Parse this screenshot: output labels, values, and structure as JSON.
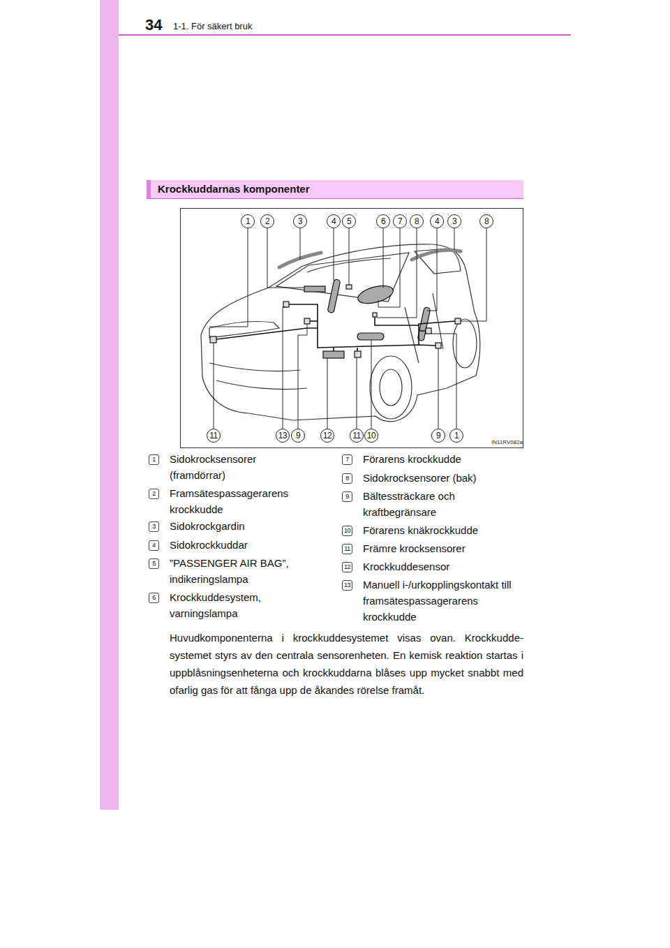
{
  "diagram": {
    "nodes": [
      {
        "text": [
          "Krockkuddarnas komponenter"
        ]
      }
    ],
    "labels": [
      "34",
      "1-1. För säkert bruk",
      "1",
      "2",
      "3",
      "4",
      "5",
      "6",
      "7",
      "8",
      "4",
      "3",
      "8",
      "11",
      "13",
      "9",
      "12",
      "11",
      "10",
      "9",
      "1",
      "IN11RV082a",
      "1",
      "Sidokrocksensorer (framdörrar)",
      "2",
      "Framsätespassagerarens krockkudde",
      "3",
      "Sidokrockgardin",
      "4",
      "Sidokrockkuddar",
      "5",
      "”PASSENGER AIR BAG”, indikeringslampa",
      "6",
      "Krockkuddesystem, varningslampa",
      "7",
      "Förarens krockkudde",
      "8",
      "Sidokrocksensorer (bak)",
      "9",
      "Bältessträckare och kraftbegränsare",
      "10",
      "Förarens knäkrockkudde",
      "11",
      "Främre krocksensorer",
      "12",
      "Krockkuddesensor",
      "13",
      "Manuell i-/urkopplingskontakt till framsätespassagerarens krockkudde",
      "Huvudkomponenterna i krockkuddesystemet visas ovan. Krockkudde-systemet styrs av den centrala sensorenheten. En kemisk reaktion startas i uppblåsningsenheterna och krockkuddarna blåses upp mycket snabbt med ofarlig gas för att fånga upp de åkandes rörelse framåt."
    ]
  }
}
